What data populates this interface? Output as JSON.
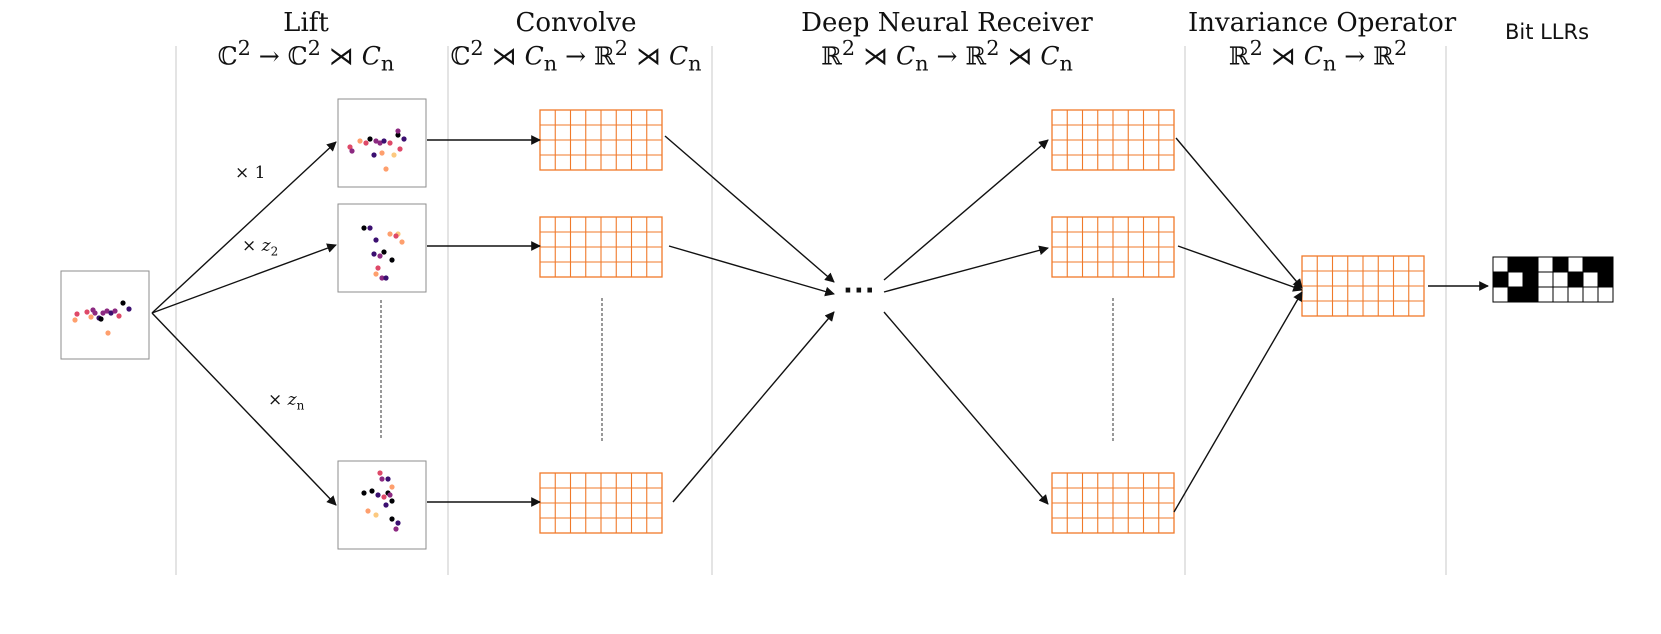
{
  "headers": [
    {
      "id": "lift",
      "title": "Lift",
      "sub_parts": [
        "ℂ",
        "2",
        " → ℂ",
        "2",
        " ⋊ ",
        "C",
        "n"
      ]
    },
    {
      "id": "convolve",
      "title": "Convolve",
      "sub_parts": [
        "ℂ",
        "2",
        " ⋊ ",
        "C",
        "n",
        " → ℝ",
        "2",
        " ⋊ ",
        "C",
        "n"
      ]
    },
    {
      "id": "receiver",
      "title": "Deep Neural Receiver",
      "sub_parts": [
        "ℝ",
        "2",
        " ⋊ ",
        "C",
        "n",
        " → ℝ",
        "2",
        " ⋊ ",
        "C",
        "n"
      ]
    },
    {
      "id": "invariance",
      "title": "Invariance Operator",
      "sub_parts": [
        "ℝ",
        "2",
        " ⋊ ",
        "C",
        "n",
        " → ℝ",
        "2"
      ]
    },
    {
      "id": "bits",
      "title": "Bit LLRs"
    }
  ],
  "lift_labels": [
    {
      "prefix": "× ",
      "sym": "1",
      "sub": ""
    },
    {
      "prefix": "× ",
      "sym": "z",
      "sub": "2"
    },
    {
      "prefix": "× ",
      "sym": "z",
      "sub": "n"
    }
  ],
  "ellipsis": "···",
  "colors": {
    "grid": "#F07A2A",
    "divider": "#C8C8C8",
    "arrow": "#111111",
    "scatter": [
      "#000004",
      "#3B0F70",
      "#8C2981",
      "#DE4968",
      "#FE9F6D",
      "#FCC980"
    ]
  },
  "bit_pattern": [
    [
      0,
      1,
      1,
      0,
      1,
      0,
      1,
      1
    ],
    [
      1,
      0,
      1,
      0,
      0,
      1,
      0,
      1
    ],
    [
      0,
      1,
      1,
      0,
      0,
      0,
      0,
      0
    ]
  ]
}
